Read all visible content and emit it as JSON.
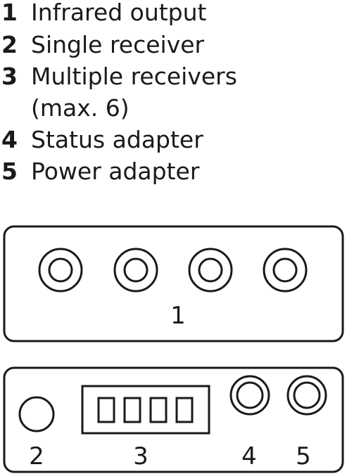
{
  "legend": {
    "items": [
      {
        "number": "1",
        "text": "Infrared output"
      },
      {
        "number": "2",
        "text": "Single receiver"
      },
      {
        "number": "3",
        "text": "Multiple receivers",
        "text2": "(max. 6)"
      },
      {
        "number": "4",
        "text": "Status adapter"
      },
      {
        "number": "5",
        "text": "Power adapter"
      }
    ]
  },
  "panels": {
    "top": {
      "label": "1"
    },
    "bottom": {
      "labels": [
        "2",
        "3",
        "4",
        "5"
      ]
    }
  },
  "colors": {
    "stroke": "#1a1a1a",
    "background": "#ffffff"
  }
}
